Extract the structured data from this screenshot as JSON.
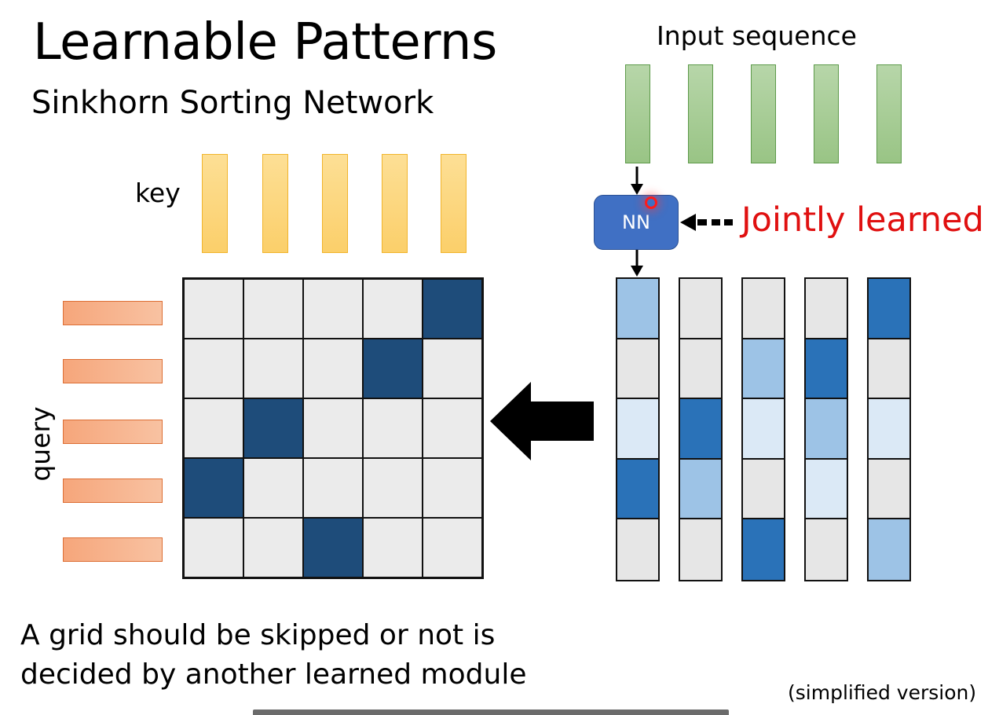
{
  "slide": {
    "title": "Learnable Patterns",
    "subtitle": "Sinkhorn Sorting Network",
    "input_label": "Input sequence",
    "key_label": "key",
    "query_label": "query",
    "nn_label": "NN",
    "jointly_label": "Jointly learned",
    "bottom_text_line1": "A grid should be skipped or not is",
    "bottom_text_line2": "decided by another learned module",
    "note": "(simplified version)"
  },
  "colors": {
    "selected_cell": "#1e4c7a",
    "empty_cell": "#ebebeb",
    "score_levels": {
      "0": "#e6e6e6",
      "1": "#dbe9f6",
      "2": "#9dc3e6",
      "3": "#2a72b8"
    },
    "jointly_text": "#e01010",
    "nn_box": "#4070c4"
  },
  "counts": {
    "input_tokens": 5,
    "keys": 5,
    "queries": 5
  },
  "attention_mask": [
    [
      0,
      0,
      0,
      0,
      1
    ],
    [
      0,
      0,
      0,
      1,
      0
    ],
    [
      0,
      1,
      0,
      0,
      0
    ],
    [
      1,
      0,
      0,
      0,
      0
    ],
    [
      0,
      0,
      1,
      0,
      0
    ]
  ],
  "nn_output_columns": [
    [
      2,
      0,
      1,
      3,
      0
    ],
    [
      0,
      0,
      3,
      2,
      0
    ],
    [
      0,
      2,
      1,
      0,
      3
    ],
    [
      0,
      3,
      2,
      1,
      0
    ],
    [
      3,
      0,
      1,
      0,
      2
    ]
  ],
  "icons": {
    "big_arrow": "arrow-left-icon",
    "dashed_arrow": "dashed-arrow-left-icon",
    "down_arrows": "arrow-down-icon"
  }
}
